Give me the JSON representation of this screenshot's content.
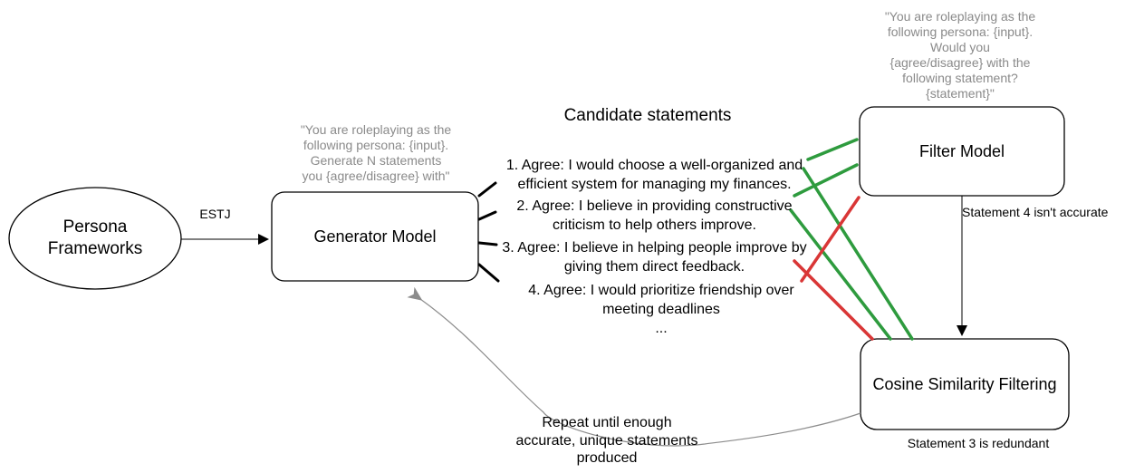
{
  "nodes": {
    "persona": "Persona\nFrameworks",
    "generator": "Generator Model",
    "filter": "Filter Model",
    "cosine": "Cosine Similarity Filtering"
  },
  "edge_labels": {
    "estj": "ESTJ",
    "filter_to_cosine": "Statement 4 isn't accurate",
    "cosine_note": "Statement 3 is redundant",
    "repeat": "Repeat until enough\naccurate, unique statements\nproduced"
  },
  "prompts": {
    "generator": "\"You are roleplaying as the\nfollowing persona: {input}.\nGenerate N statements\nyou {agree/disagree} with\"",
    "filter": "\"You are roleplaying as the\nfollowing persona: {input}.\nWould you\n{agree/disagree} with the\nfollowing statement?\n{statement}\""
  },
  "candidates": {
    "title": "Candidate statements",
    "items": [
      "1. Agree: I would choose a well-organized and\nefficient system for managing my finances.",
      "2. Agree: I believe in providing constructive\ncriticism to help others improve.",
      "3. Agree: I believe in helping people improve by\ngiving them direct feedback.",
      "4. Agree: I would prioritize friendship over\nmeeting deadlines"
    ],
    "ellipsis": "..."
  },
  "colors": {
    "accept": "#2e9b3e",
    "reject": "#d93636",
    "prompt_text": "#8a8a8a",
    "arrow_gray": "#8c8c8c"
  }
}
